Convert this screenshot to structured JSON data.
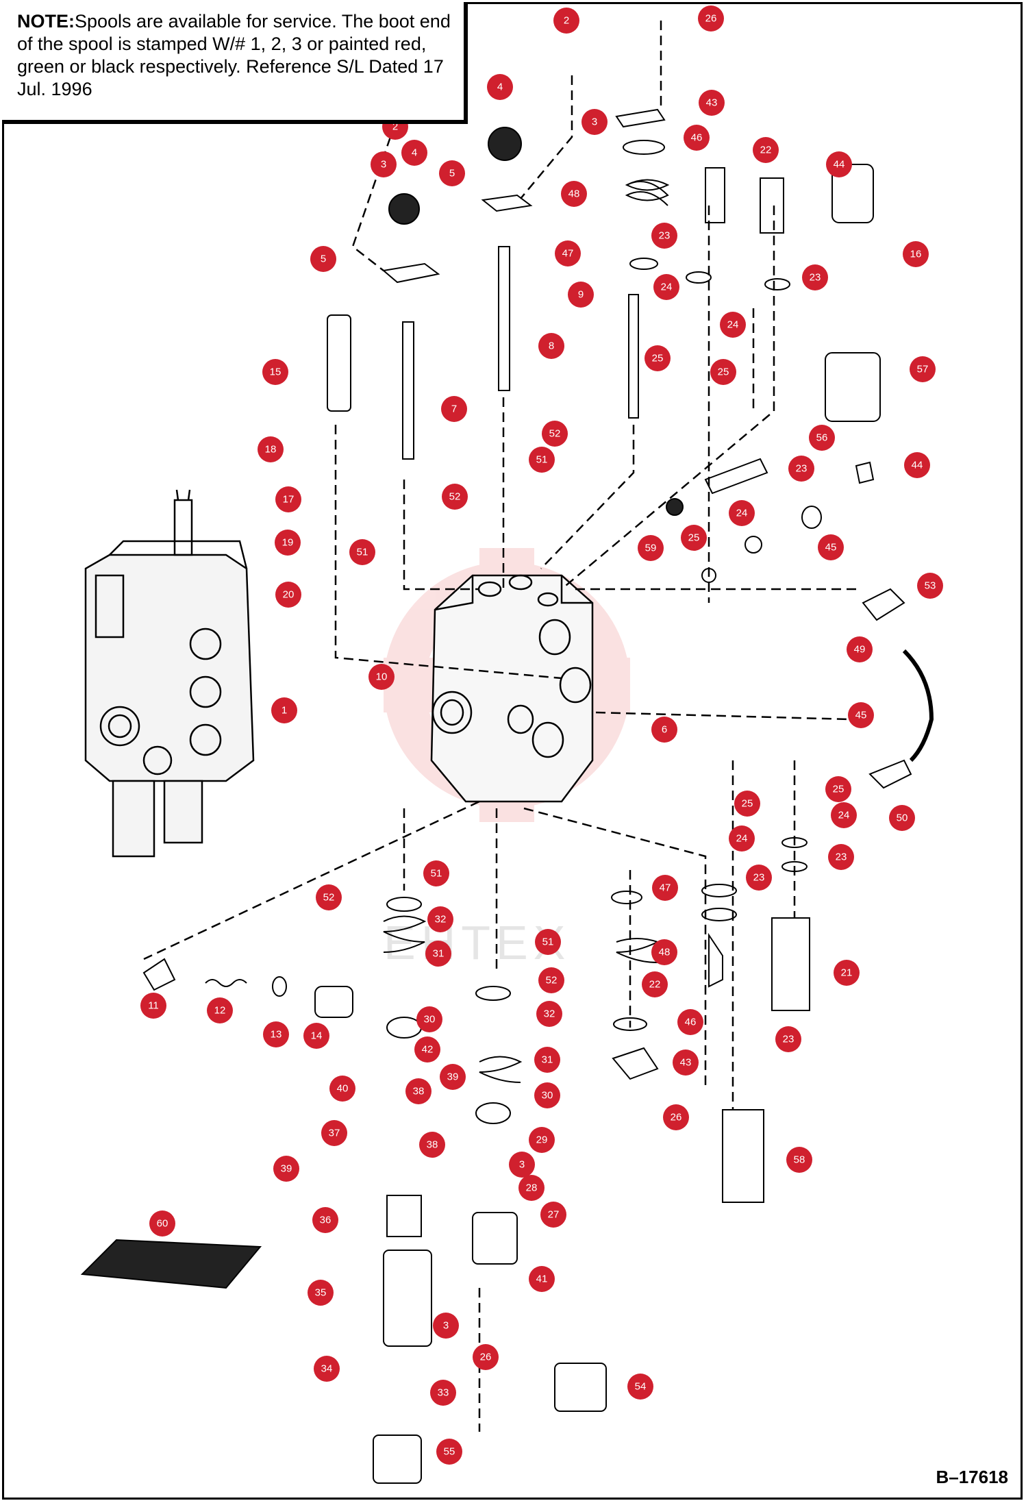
{
  "note": {
    "label": "NOTE:",
    "text": "Spools are available for service. The boot end of the spool is stamped W/# 1, 2, 3 or painted red, green or black respectively. Reference S/L Dated 17 Jul. 1996"
  },
  "drawing_code": "B–17618",
  "callout_color": "#d0202e",
  "watermark_text": "EHTEX",
  "part_callouts": [
    "1",
    "2",
    "3",
    "4",
    "5",
    "6",
    "7",
    "8",
    "9",
    "10",
    "11",
    "12",
    "13",
    "14",
    "15",
    "16",
    "17",
    "18",
    "19",
    "20",
    "21",
    "22",
    "23",
    "24",
    "25",
    "26",
    "27",
    "28",
    "29",
    "30",
    "31",
    "32",
    "33",
    "34",
    "35",
    "36",
    "37",
    "38",
    "39",
    "40",
    "41",
    "42",
    "43",
    "44",
    "45",
    "46",
    "47",
    "48",
    "49",
    "50",
    "51",
    "52",
    "53",
    "54",
    "55",
    "56",
    "57",
    "58",
    "59",
    "60"
  ]
}
